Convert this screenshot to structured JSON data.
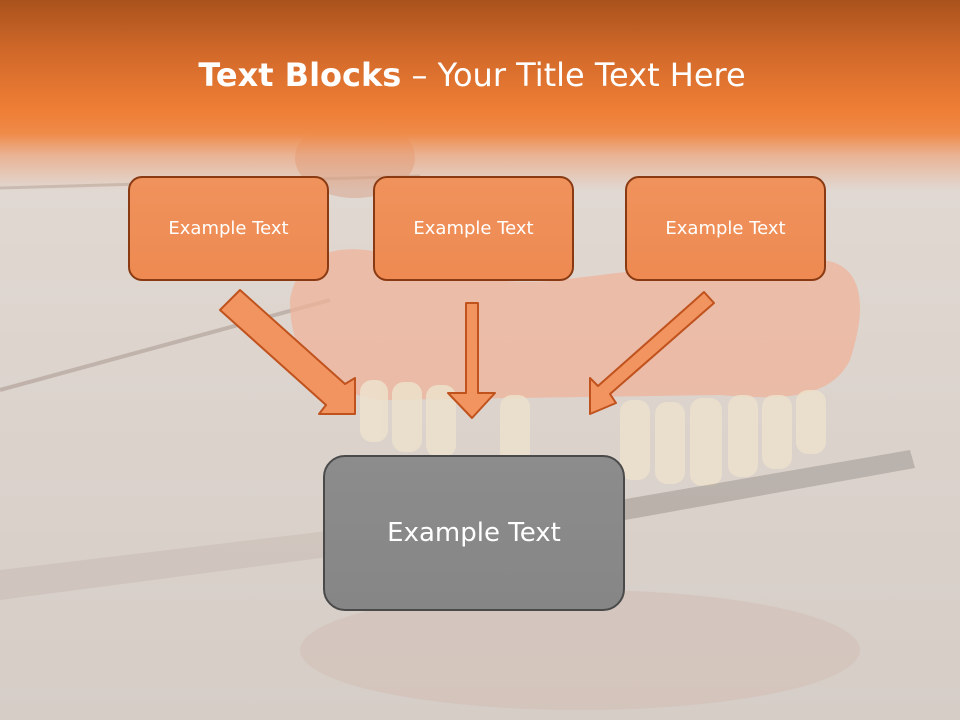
{
  "title": {
    "bold": "Text Blocks",
    "dash": " – ",
    "rest": "Your Title Text Here"
  },
  "blocks": [
    {
      "label": "Example Text"
    },
    {
      "label": "Example Text"
    },
    {
      "label": "Example Text"
    }
  ],
  "main_block": {
    "label": "Example Text"
  },
  "colors": {
    "header_orange": "#ee7e35",
    "box_fill": "#ef8d55",
    "box_border": "#8a3a12",
    "main_box_fill": "#8a8a8a",
    "main_box_border": "#4a4a4a",
    "text": "#ffffff"
  }
}
